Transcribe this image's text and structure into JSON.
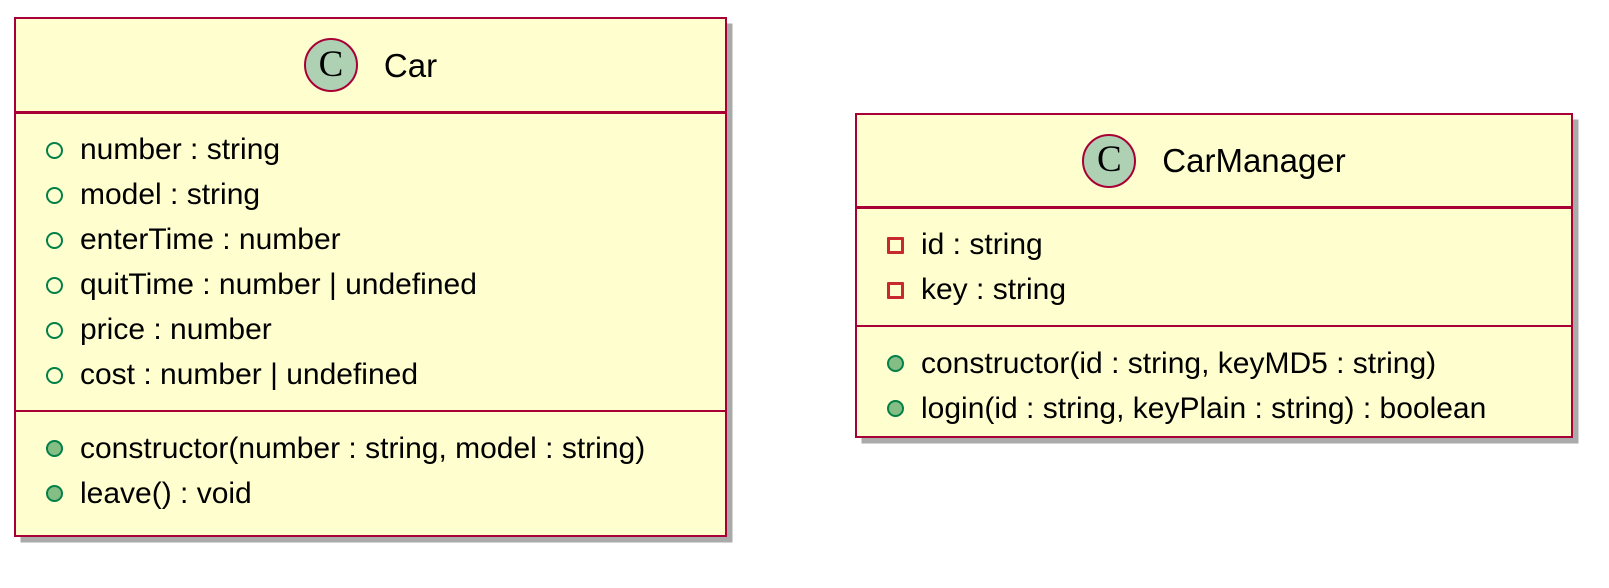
{
  "diagram": {
    "type": "uml-class-diagram",
    "background_color": "#FFFFFF",
    "palette": {
      "box_fill": "#FEFECE",
      "box_border": "#A80036",
      "shadow": "#AAAAAA",
      "class_circle_fill": "#ADD1B2",
      "public_icon": "#038048",
      "public_method_fill": "#84BE84",
      "private_icon": "#C82930",
      "text": "#000000"
    },
    "classes": [
      {
        "id": "car",
        "name": "Car",
        "stereotype_glyph": "C",
        "stereotype_name": "class",
        "attributes": [
          {
            "label": "number : string",
            "visibility": "public",
            "icon": "public-field-icon"
          },
          {
            "label": "model : string",
            "visibility": "public",
            "icon": "public-field-icon"
          },
          {
            "label": "enterTime : number",
            "visibility": "public",
            "icon": "public-field-icon"
          },
          {
            "label": "quitTime : number | undefined",
            "visibility": "public",
            "icon": "public-field-icon"
          },
          {
            "label": "price : number",
            "visibility": "public",
            "icon": "public-field-icon"
          },
          {
            "label": "cost : number | undefined",
            "visibility": "public",
            "icon": "public-field-icon"
          }
        ],
        "methods": [
          {
            "label": "constructor(number : string, model : string)",
            "visibility": "public",
            "icon": "public-method-icon"
          },
          {
            "label": "leave() : void",
            "visibility": "public",
            "icon": "public-method-icon"
          }
        ]
      },
      {
        "id": "carmanager",
        "name": "CarManager",
        "stereotype_glyph": "C",
        "stereotype_name": "class",
        "attributes": [
          {
            "label": "id : string",
            "visibility": "private",
            "icon": "private-field-icon"
          },
          {
            "label": "key : string",
            "visibility": "private",
            "icon": "private-field-icon"
          }
        ],
        "methods": [
          {
            "label": "constructor(id : string, keyMD5 : string)",
            "visibility": "public",
            "icon": "public-method-icon"
          },
          {
            "label": "login(id : string, keyPlain : string) : boolean",
            "visibility": "public",
            "icon": "public-method-icon"
          }
        ]
      }
    ]
  }
}
